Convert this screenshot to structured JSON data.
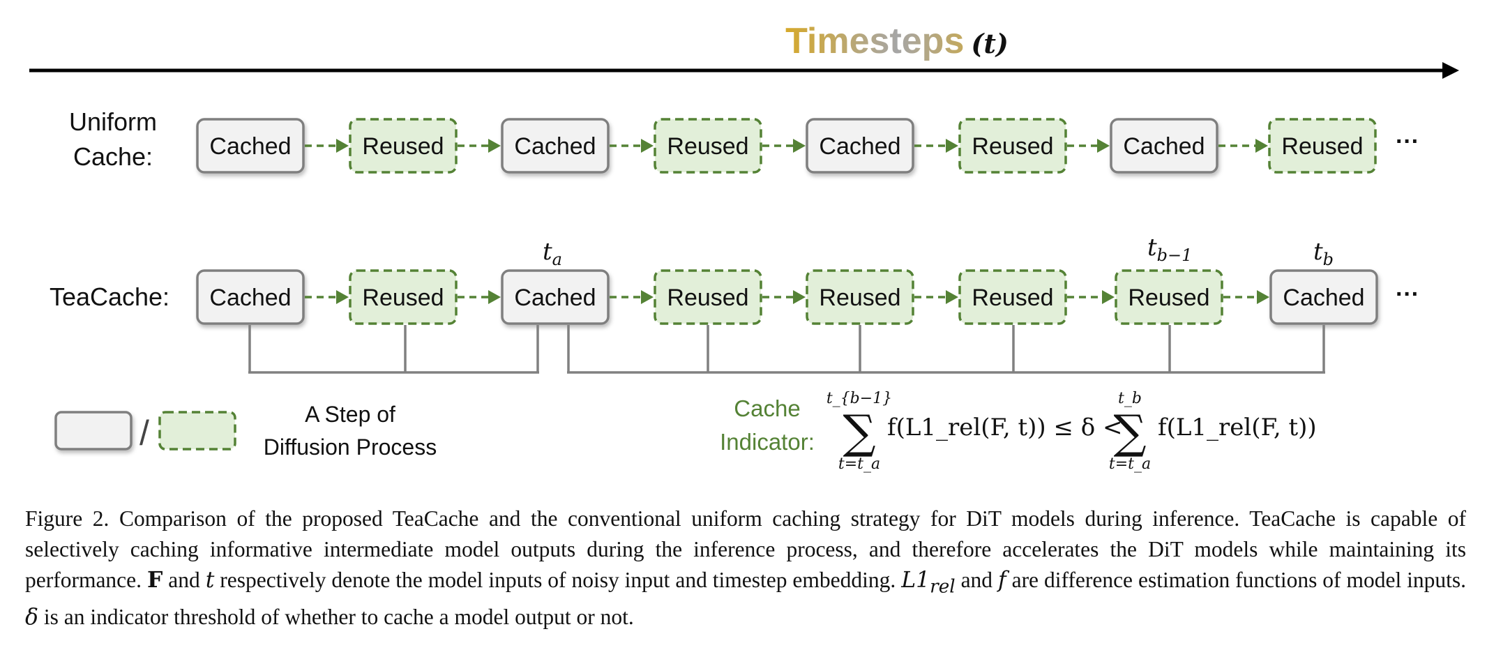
{
  "title": {
    "word": "Timesteps",
    "variable": "(t)"
  },
  "rows": {
    "uniform": {
      "label_line1": "Uniform",
      "label_line2": "Cache:",
      "boxes": [
        "Cached",
        "Reused",
        "Cached",
        "Reused",
        "Cached",
        "Reused",
        "Cached",
        "Reused"
      ],
      "ellipsis": "···"
    },
    "teacache": {
      "label": "TeaCache:",
      "boxes": [
        "Cached",
        "Reused",
        "Cached",
        "Reused",
        "Reused",
        "Reused",
        "Reused",
        "Cached"
      ],
      "ellipsis": "···",
      "markers": [
        {
          "base": "t",
          "sub": "a"
        },
        {
          "base": "t",
          "sub": "b−1"
        },
        {
          "base": "t",
          "sub": "b"
        }
      ]
    }
  },
  "legend": {
    "separator": "/",
    "text_line1": "A Step of",
    "text_line2": "Diffusion Process"
  },
  "indicator": {
    "label_line1": "Cache",
    "label_line2": "Indicator:",
    "sum_upper_left": "t_{b−1}",
    "sum_lower_left": "t=t_a",
    "term_left": "f(L1_rel(F, t)) ≤ δ <",
    "sum_upper_right": "t_b",
    "sum_lower_right": "t=t_a",
    "term_right": "f(L1_rel(F, t))"
  },
  "caption": {
    "prefix": "Figure 2. Comparison of the proposed TeaCache and the conventional uniform caching strategy for DiT models during inference. TeaCache is capable of selectively caching informative intermediate model outputs during the inference process, and therefore accelerates the DiT models while maintaining its performance.",
    "sym_F": "F",
    "and1": " and ",
    "sym_t": "t",
    "mid1": " respectively denote the model inputs of noisy input and timestep embedding. ",
    "sym_L1": "L1",
    "sym_rel": "rel",
    "and2": " and ",
    "sym_f": "f",
    "mid2": " are difference estimation functions of model inputs. ",
    "sym_delta": "δ",
    "suffix": " is an indicator threshold of whether to cache a model output or not."
  },
  "colors": {
    "cached_fill": "#f2f2f2",
    "cached_stroke": "#7f7f7f",
    "reused_fill": "#e2efd9",
    "reused_stroke": "#548235",
    "title_gradient": [
      "#d6a92b",
      "#a6a6a6",
      "#d6a92b"
    ],
    "indicator_green": "#548235"
  }
}
